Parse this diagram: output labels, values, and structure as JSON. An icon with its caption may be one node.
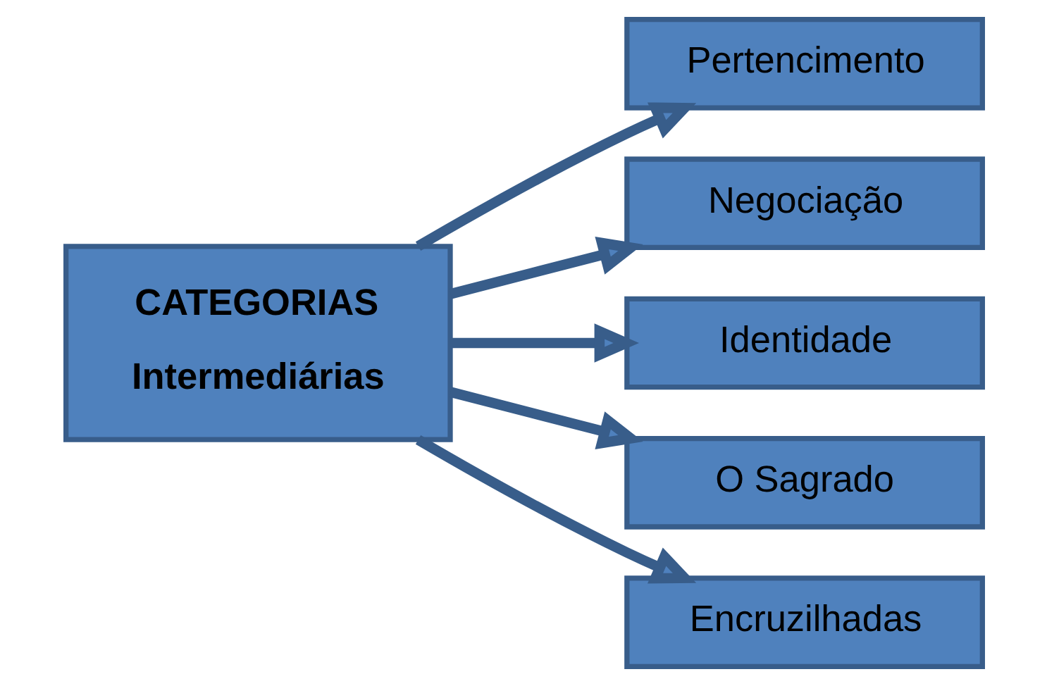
{
  "diagram": {
    "nodes": [
      {
        "text": [
          "CATEGORIAS",
          "Intermediárias"
        ]
      },
      {
        "text": [
          "Pertencimento"
        ]
      },
      {
        "text": [
          "Negociação"
        ]
      },
      {
        "text": [
          "Identidade"
        ]
      },
      {
        "text": [
          "O Sagrado"
        ]
      },
      {
        "text": [
          "Encruzilhadas"
        ]
      }
    ],
    "edges": [
      {
        "from": 0,
        "to": 1,
        "arrow": "to"
      },
      {
        "from": 0,
        "to": 2,
        "arrow": "to"
      },
      {
        "from": 0,
        "to": 3,
        "arrow": "to"
      },
      {
        "from": 0,
        "to": 4,
        "arrow": "to"
      },
      {
        "from": 0,
        "to": 5,
        "arrow": "to"
      }
    ]
  }
}
